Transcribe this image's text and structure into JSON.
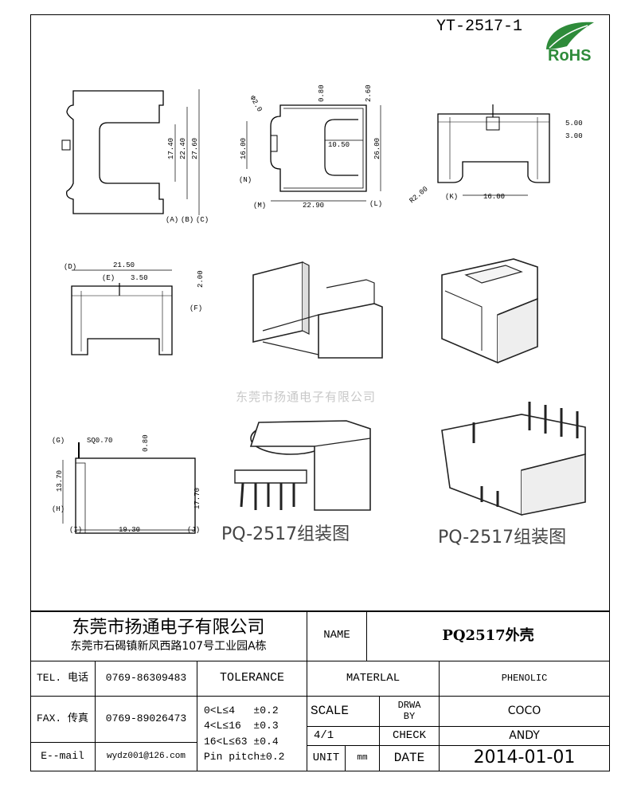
{
  "drawing_code": "YT-2517-1",
  "rohs_logo": "RoHS",
  "watermark": "东莞市扬通电子有限公司",
  "views": {
    "side_view": {
      "dims": [
        "17.40",
        "22.40",
        "27.60"
      ],
      "refs": [
        "(A)",
        "(B)",
        "(C)"
      ]
    },
    "top_view": {
      "dims": [
        "Φ2.0",
        "0.80",
        "2.60",
        "10.50",
        "16.00",
        "26.00",
        "22.90"
      ],
      "refs": [
        "(N)",
        "(M)",
        "(L)"
      ]
    },
    "front_view": {
      "dims": [
        "5.00",
        "3.00",
        "R2.00",
        "16.00"
      ],
      "refs": [
        "(K)"
      ]
    },
    "end_view": {
      "dims": [
        "21.50",
        "3.50",
        "2.00"
      ],
      "refs": [
        "(D)",
        "(E)",
        "(F)"
      ]
    },
    "height_view": {
      "dims": [
        "SQ0.70",
        "0.80",
        "13.70",
        "17.70",
        "19.30"
      ],
      "refs": [
        "(G)",
        "(H)",
        "(I)",
        "(J)"
      ]
    }
  },
  "assembly_labels": [
    "PQ-2517组装图",
    "PQ-2517组装图"
  ],
  "title_block": {
    "company": "东莞市扬通电子有限公司",
    "address": "东莞市石碣镇新风西路107号工业园A栋",
    "name_label": "NAME",
    "name_value": "PQ2517外壳",
    "tel_label": "TEL. 电话",
    "tel_value": "0769-86309483",
    "fax_label": "FAX. 传真",
    "fax_value": "0769-89026473",
    "email_label": "E--mail",
    "email_value": "wydz001@126.com",
    "tolerance_label": "TOLERANCE",
    "tolerances": [
      "0<L≤4   ±0.2",
      "4<L≤16  ±0.3",
      "16<L≤63 ±0.4",
      "Pin pitch±0.2"
    ],
    "material_label": "MATERLAL",
    "material_value": "PHENOLIC",
    "scale_label": "SCALE",
    "scale_value": "4/1",
    "drawn_by_label": "DRWA BY",
    "drawn_by_value": "COCO",
    "check_label": "CHECK",
    "check_value": "ANDY",
    "unit_label": "UNIT",
    "unit_value": "mm",
    "date_label": "DATE",
    "date_value": "2014-01-01"
  }
}
